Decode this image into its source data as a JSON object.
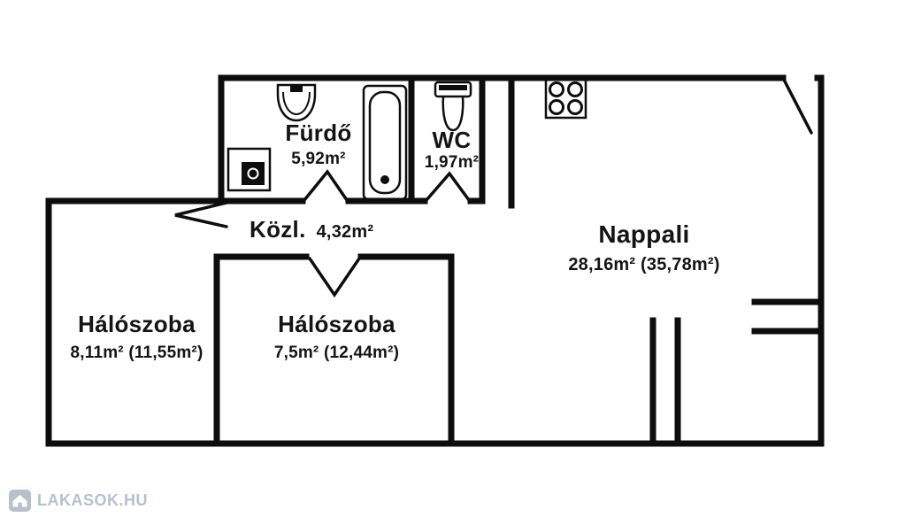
{
  "plan": {
    "title": "apartment-floor-plan",
    "rooms": [
      {
        "id": "furdo",
        "name": "Fürdő",
        "area": "5,92m²"
      },
      {
        "id": "wc",
        "name": "WC",
        "area": "1,97m²"
      },
      {
        "id": "kozl",
        "name": "Közl.",
        "area": "4,32m²"
      },
      {
        "id": "nappali",
        "name": "Nappali",
        "area": "28,16m² (35,78m²)"
      },
      {
        "id": "haloszoba1",
        "name": "Hálószoba",
        "area": "8,11m² (11,55m²)"
      },
      {
        "id": "haloszoba2",
        "name": "Hálószoba",
        "area": "7,5m² (12,44m²)"
      }
    ],
    "fixtures": [
      "sink",
      "washing-machine",
      "bathtub",
      "toilet",
      "stove"
    ],
    "colors": {
      "wall": "#0d0d0d",
      "background": "#ffffff",
      "watermark": "#b7c1cb"
    }
  },
  "watermark": {
    "text": "LAKASOK.HU"
  }
}
